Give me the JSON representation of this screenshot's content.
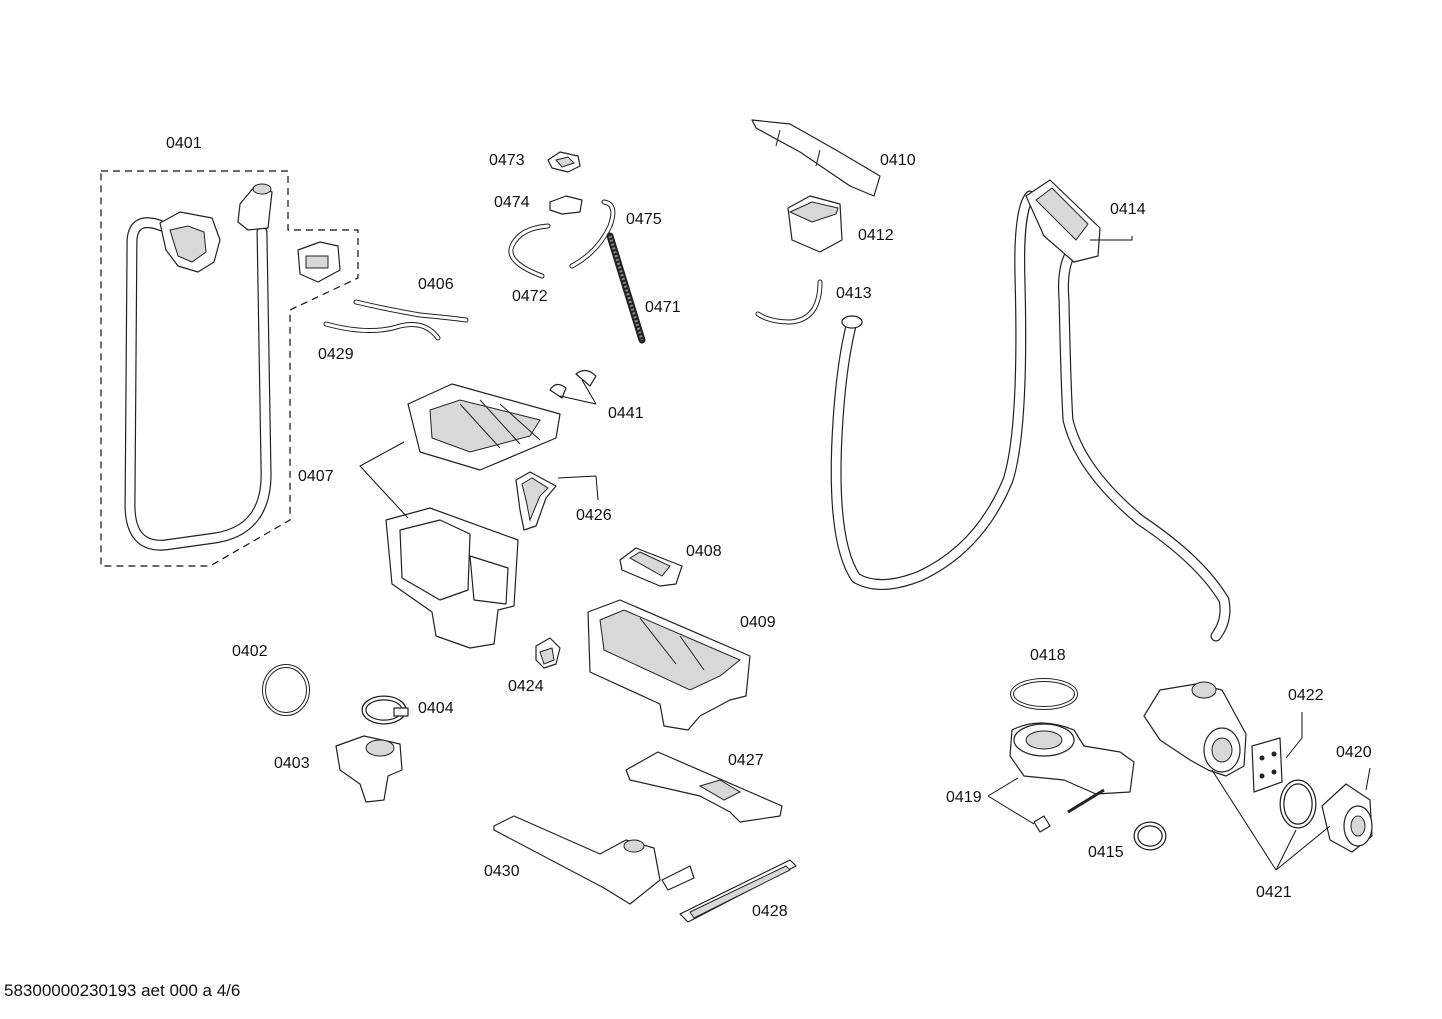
{
  "labels": {
    "p0401": "0401",
    "p0402": "0402",
    "p0403": "0403",
    "p0404": "0404",
    "p0406": "0406",
    "p0407": "0407",
    "p0408": "0408",
    "p0409": "0409",
    "p0410": "0410",
    "p0412": "0412",
    "p0413": "0413",
    "p0414": "0414",
    "p0415": "0415",
    "p0418": "0418",
    "p0419": "0419",
    "p0420": "0420",
    "p0421": "0421",
    "p0422": "0422",
    "p0424": "0424",
    "p0426": "0426",
    "p0427": "0427",
    "p0428": "0428",
    "p0429": "0429",
    "p0430": "0430",
    "p0441": "0441",
    "p0471": "0471",
    "p0472": "0472",
    "p0473": "0473",
    "p0474": "0474",
    "p0475": "0475"
  },
  "footer": "58300000230193 aet 000 a 4/6"
}
